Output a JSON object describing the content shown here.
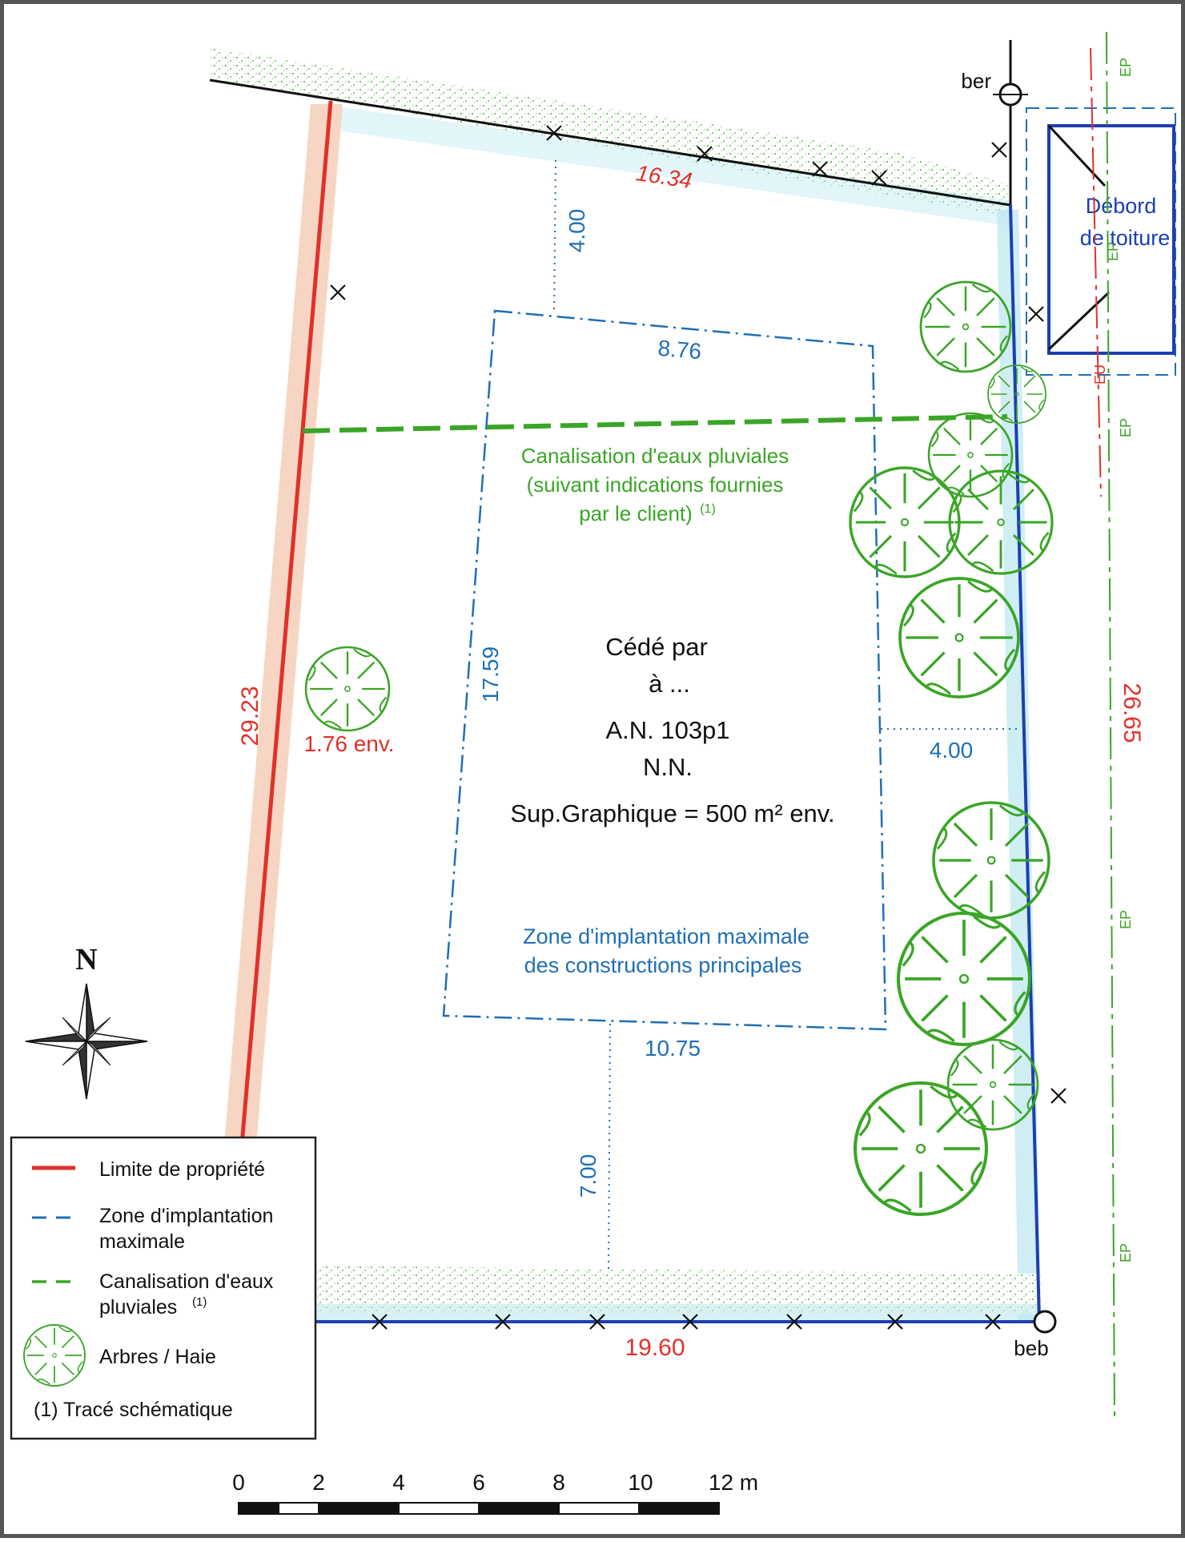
{
  "colors": {
    "property_limit": "#e0312b",
    "zone": "#1f6fb5",
    "drainage": "#3aa526",
    "trees": "#3aa526",
    "neighbor_building": "#1d3fb0",
    "black": "#111111",
    "hedge_band": "#bfe8ef"
  },
  "corners": {
    "ber": "ber",
    "beb": "beb"
  },
  "dimensions": {
    "north_edge": "16.34",
    "west_edge": "29.23",
    "east_edge": "26.65",
    "south_edge": "19.60",
    "tree_offset": "1.76 env."
  },
  "zone_dims": {
    "top": "8.76",
    "left": "17.59",
    "bottom": "10.75",
    "setback_north": "4.00",
    "setback_east": "4.00",
    "setback_south": "7.00"
  },
  "parcel": {
    "line1": "Cédé par",
    "line2": "à ...",
    "line3": "A.N. 103p1",
    "line4": "N.N.",
    "line5": "Sup.Graphique = 500 m² env."
  },
  "drainage_label": {
    "line1": "Canalisation d'eaux pluviales",
    "line2": "(suivant indications fournies",
    "line3": "par le client)",
    "sup": "(1)"
  },
  "zone_label": {
    "line1": "Zone d'implantation maximale",
    "line2": "des constructions principales"
  },
  "neighbor": {
    "line1": "Débord",
    "line2": "de toiture",
    "eu": "EU",
    "ep": "EP"
  },
  "north_arrow": {
    "label": "N",
    "icon": "compass-rose-icon"
  },
  "legend": {
    "property_limit": "Limite de propriété",
    "zone_line1": "Zone d'implantation",
    "zone_line2": "maximale",
    "drainage_line1": "Canalisation d'eaux",
    "drainage_line2": "pluviales",
    "drainage_sup": "(1)",
    "trees": "Arbres / Haie",
    "note": "(1) Tracé schématique"
  },
  "scale_bar": {
    "ticks": [
      "0",
      "2",
      "4",
      "6",
      "8",
      "10",
      "12 m"
    ]
  }
}
